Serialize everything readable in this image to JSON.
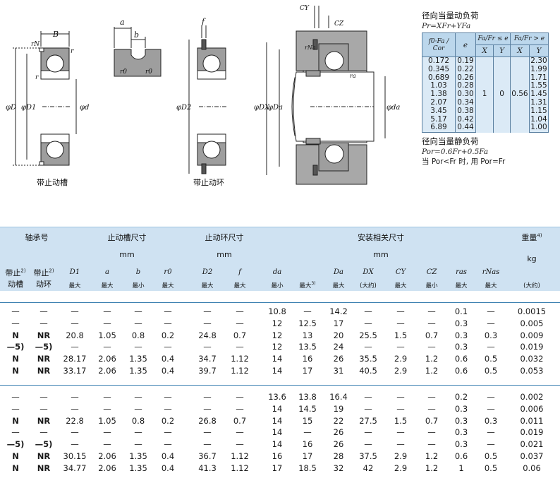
{
  "diagrams": {
    "labels_left": [
      "B",
      "rN",
      "r",
      "r",
      "φD",
      "φD1",
      "φd"
    ],
    "labels_slot": [
      "a",
      "b",
      "r0",
      "r0"
    ],
    "labels_ring": [
      "f",
      "φD2"
    ],
    "labels_mount": [
      "CY",
      "CZ",
      "rNa",
      "ra",
      "φDX",
      "φDa",
      "φda"
    ],
    "caption_groove": "带止动槽",
    "caption_ring": "带止动环"
  },
  "formula": {
    "dynamic_title": "径向当量动负荷",
    "dynamic_formula": "Pr=XFr+YFa",
    "col_ratio": "f0·Fa / Cor",
    "col_e": "e",
    "col_le": "Fa/Fr ≤ e",
    "col_gt": "Fa/Fr > e",
    "sub_x": "X",
    "sub_y": "Y",
    "ratio": [
      "0.172",
      "0.345",
      "0.689",
      "1.03",
      "1.38",
      "2.07",
      "3.45",
      "5.17",
      "6.89"
    ],
    "e": [
      "0.19",
      "0.22",
      "0.26",
      "0.28",
      "0.30",
      "0.34",
      "0.38",
      "0.42",
      "0.44"
    ],
    "x_le": "1",
    "y_le": "0",
    "x_gt": "0.56",
    "y_gt": [
      "2.30",
      "1.99",
      "1.71",
      "1.55",
      "1.45",
      "1.31",
      "1.15",
      "1.04",
      "1.00"
    ],
    "static_title": "径向当量静负荷",
    "static_formula": "Por=0.6Fr+0.5Fa",
    "static_note": "当 Por<Fr 时, 用 Por=Fr"
  },
  "table": {
    "groups": {
      "bearing": "轴承号",
      "groove": "止动槽尺寸",
      "ring": "止动环尺寸",
      "mount": "安装相关尺寸",
      "weight": "重量"
    },
    "weight_note": "4)",
    "unit_mm": "mm",
    "unit_kg": "kg",
    "columns": [
      {
        "line1": "带止",
        "line2": "动槽",
        "note": "2)"
      },
      {
        "line1": "带止",
        "line2": "动环",
        "note": "2)"
      },
      {
        "sym": "D1",
        "sub": "最大"
      },
      {
        "sym": "a",
        "sub": "最大"
      },
      {
        "sym": "b",
        "sub": "最小"
      },
      {
        "sym": "r0",
        "sub": "最大"
      },
      {
        "sym": "D2",
        "sub": "最大"
      },
      {
        "sym": "f",
        "sub": "最大"
      },
      {
        "sym": "da",
        "sub": "最小"
      },
      {
        "sym": "",
        "sub": "最大",
        "note": "3)"
      },
      {
        "sym": "Da",
        "sub": "最大"
      },
      {
        "sym": "DX",
        "sub": "(大约)"
      },
      {
        "sym": "CY",
        "sub": "最大"
      },
      {
        "sym": "CZ",
        "sub": "最小"
      },
      {
        "sym": "ras",
        "sub": "最大"
      },
      {
        "sym": "rNas",
        "sub": "最大"
      },
      {
        "sym": "",
        "sub": "(大约)"
      }
    ],
    "group1": [
      [
        "—",
        "—",
        "—",
        "—",
        "—",
        "—",
        "—",
        "—",
        "10.8",
        "—",
        "14.2",
        "—",
        "—",
        "—",
        "0.1",
        "—",
        "0.0015"
      ],
      [
        "—",
        "—",
        "—",
        "—",
        "—",
        "—",
        "—",
        "—",
        "12",
        "12.5",
        "17",
        "—",
        "—",
        "—",
        "0.3",
        "—",
        "0.005"
      ],
      [
        "N",
        "NR",
        "20.8",
        "1.05",
        "0.8",
        "0.2",
        "24.8",
        "0.7",
        "12",
        "13",
        "20",
        "25.5",
        "1.5",
        "0.7",
        "0.3",
        "0.3",
        "0.009"
      ],
      [
        "—5)",
        "—5)",
        "—",
        "—",
        "—",
        "—",
        "—",
        "—",
        "12",
        "13.5",
        "24",
        "—",
        "—",
        "—",
        "0.3",
        "—",
        "0.019"
      ],
      [
        "N",
        "NR",
        "28.17",
        "2.06",
        "1.35",
        "0.4",
        "34.7",
        "1.12",
        "14",
        "16",
        "26",
        "35.5",
        "2.9",
        "1.2",
        "0.6",
        "0.5",
        "0.032"
      ],
      [
        "N",
        "NR",
        "33.17",
        "2.06",
        "1.35",
        "0.4",
        "39.7",
        "1.12",
        "14",
        "17",
        "31",
        "40.5",
        "2.9",
        "1.2",
        "0.6",
        "0.5",
        "0.053"
      ]
    ],
    "group2": [
      [
        "—",
        "—",
        "—",
        "—",
        "—",
        "—",
        "—",
        "—",
        "13.6",
        "13.8",
        "16.4",
        "—",
        "—",
        "—",
        "0.2",
        "—",
        "0.002"
      ],
      [
        "—",
        "—",
        "—",
        "—",
        "—",
        "—",
        "—",
        "—",
        "14",
        "14.5",
        "19",
        "—",
        "—",
        "—",
        "0.3",
        "—",
        "0.006"
      ],
      [
        "N",
        "NR",
        "22.8",
        "1.05",
        "0.8",
        "0.2",
        "26.8",
        "0.7",
        "14",
        "15",
        "22",
        "27.5",
        "1.5",
        "0.7",
        "0.3",
        "0.3",
        "0.011"
      ],
      [
        "—",
        "—",
        "—",
        "—",
        "—",
        "—",
        "—",
        "—",
        "14",
        "—",
        "26",
        "—",
        "—",
        "—",
        "0.3",
        "—",
        "0.019"
      ],
      [
        "—5)",
        "—5)",
        "—",
        "—",
        "—",
        "—",
        "—",
        "—",
        "14",
        "16",
        "26",
        "—",
        "—",
        "—",
        "0.3",
        "—",
        "0.021"
      ],
      [
        "N",
        "NR",
        "30.15",
        "2.06",
        "1.35",
        "0.4",
        "36.7",
        "1.12",
        "16",
        "17",
        "28",
        "37.5",
        "2.9",
        "1.2",
        "0.6",
        "0.5",
        "0.037"
      ],
      [
        "N",
        "NR",
        "34.77",
        "2.06",
        "1.35",
        "0.4",
        "41.3",
        "1.12",
        "17",
        "18.5",
        "32",
        "42",
        "2.9",
        "1.2",
        "1",
        "0.5",
        "0.06"
      ]
    ]
  }
}
